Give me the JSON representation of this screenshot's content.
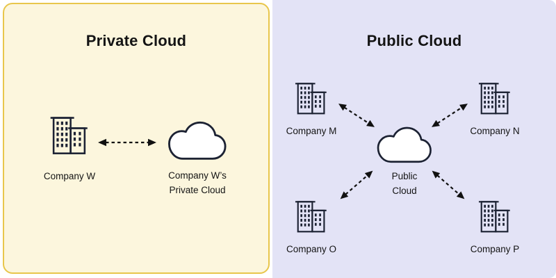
{
  "diagram": {
    "private": {
      "title": "Private Cloud",
      "company": "Company W",
      "cloud_line1": "Company W’s",
      "cloud_line2": "Private Cloud"
    },
    "public": {
      "title": "Public Cloud",
      "companies": [
        "Company M",
        "Company N",
        "Company O",
        "Company P"
      ],
      "cloud_line1": "Public",
      "cloud_line2": "Cloud"
    },
    "colors": {
      "private_panel_bg": "#FCF6DD",
      "private_panel_border": "#E8C64B",
      "public_panel_bg": "#E3E3F6",
      "icon_stroke": "#1C2233",
      "arrow_color": "#111111",
      "text_color": "#141414"
    }
  }
}
